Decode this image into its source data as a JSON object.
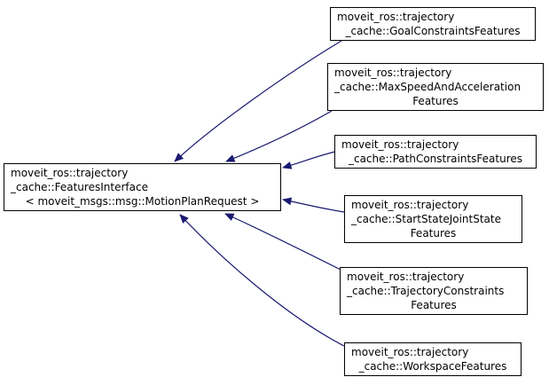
{
  "diagram": {
    "kind": "class-inheritance-graph",
    "background_color": "#ffffff",
    "node_border_color": "#000000",
    "node_fill_color": "#ffffff",
    "arrow_color": "#191970",
    "nodes": {
      "base": {
        "lines": {
          "l1": "moveit_ros::trajectory",
          "l2": "_cache::FeaturesInterface",
          "l3": "< moveit_msgs::msg::MotionPlanRequest >"
        }
      },
      "goal_constraints": {
        "lines": {
          "l1": "moveit_ros::trajectory",
          "l2": "_cache::GoalConstraintsFeatures"
        }
      },
      "max_speed": {
        "lines": {
          "l1": "moveit_ros::trajectory",
          "l2": "_cache::MaxSpeedAndAcceleration",
          "l3": "Features"
        }
      },
      "path_constraints": {
        "lines": {
          "l1": "moveit_ros::trajectory",
          "l2": "_cache::PathConstraintsFeatures"
        }
      },
      "start_state": {
        "lines": {
          "l1": "moveit_ros::trajectory",
          "l2": "_cache::StartStateJointState",
          "l3": "Features"
        }
      },
      "trajectory_constraints": {
        "lines": {
          "l1": "moveit_ros::trajectory",
          "l2": "_cache::TrajectoryConstraints",
          "l3": "Features"
        }
      },
      "workspace": {
        "lines": {
          "l1": "moveit_ros::trajectory",
          "l2": "_cache::WorkspaceFeatures"
        }
      }
    },
    "edges": [
      {
        "from": "goal_constraints",
        "to": "base",
        "relation": "inheritance"
      },
      {
        "from": "max_speed",
        "to": "base",
        "relation": "inheritance"
      },
      {
        "from": "path_constraints",
        "to": "base",
        "relation": "inheritance"
      },
      {
        "from": "start_state",
        "to": "base",
        "relation": "inheritance"
      },
      {
        "from": "trajectory_constraints",
        "to": "base",
        "relation": "inheritance"
      },
      {
        "from": "workspace",
        "to": "base",
        "relation": "inheritance"
      }
    ]
  }
}
